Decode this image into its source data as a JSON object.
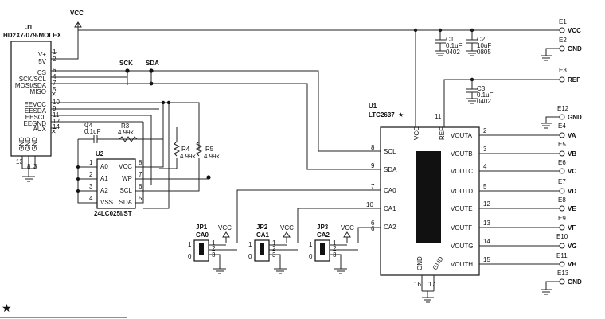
{
  "connector": {
    "ref": "J1",
    "part": "HD2X7-079-MOLEX",
    "pins": [
      {
        "label": "V+",
        "num": "1"
      },
      {
        "label": "5V",
        "num": "2"
      },
      {
        "label": "CS",
        "num": "6"
      },
      {
        "label": "SCK/SCL",
        "num": "4"
      },
      {
        "label": "MOSI/SDA",
        "num": "7"
      },
      {
        "label": "MISO",
        "num": "5"
      },
      {
        "label": "EEVCC",
        "num": "10"
      },
      {
        "label": "EESDA",
        "num": "9"
      },
      {
        "label": "EESCL",
        "num": "11"
      },
      {
        "label": "EEGND",
        "num": "12"
      },
      {
        "label": "AUX",
        "num": "14"
      },
      {
        "label": "GND",
        "num": "13"
      },
      {
        "label": "GND",
        "num": "8"
      },
      {
        "label": "GND",
        "num": "3"
      }
    ]
  },
  "power": {
    "vcc": "VCC"
  },
  "nets": {
    "sck": "SCK",
    "sda": "SDA"
  },
  "caps": [
    {
      "ref": "C1",
      "val": "0.1uF",
      "pkg": "0402"
    },
    {
      "ref": "C2",
      "val": "10uF",
      "pkg": "0805"
    },
    {
      "ref": "C3",
      "val": "0.1uF",
      "pkg": "0402"
    },
    {
      "ref": "C4",
      "val": "0.1uF"
    }
  ],
  "resistors": [
    {
      "ref": "R3",
      "val": "4.99k"
    },
    {
      "ref": "R4",
      "val": "4.99k"
    },
    {
      "ref": "R5",
      "val": "4.99k"
    }
  ],
  "eeprom": {
    "ref": "U2",
    "part": "24LC025I/ST",
    "pins": [
      {
        "name": "A0",
        "num": "1"
      },
      {
        "name": "A1",
        "num": "2"
      },
      {
        "name": "A2",
        "num": "3"
      },
      {
        "name": "VSS",
        "num": "4"
      },
      {
        "name": "VCC",
        "num": "8"
      },
      {
        "name": "WP",
        "num": "7"
      },
      {
        "name": "SCL",
        "num": "6"
      },
      {
        "name": "SDA",
        "num": "5"
      }
    ]
  },
  "dac": {
    "ref": "U1",
    "part": "LTC2637",
    "star": "★",
    "left_pins": [
      {
        "name": "SCL",
        "num": "8"
      },
      {
        "name": "SDA",
        "num": "9"
      },
      {
        "name": "CA0",
        "num": "7"
      },
      {
        "name": "CA1",
        "num": "10"
      },
      {
        "name": "CA2",
        "num": "6"
      }
    ],
    "top_pins": [
      {
        "name": "VCC",
        "num": ""
      },
      {
        "name": "REF",
        "num": "11"
      }
    ],
    "outputs": [
      {
        "name": "VOUTA",
        "num": "2",
        "term": "E4",
        "net": "VA"
      },
      {
        "name": "VOUTB",
        "num": "3",
        "term": "E5",
        "net": "VB"
      },
      {
        "name": "VOUTC",
        "num": "4",
        "term": "E6",
        "net": "VC"
      },
      {
        "name": "VOUTD",
        "num": "5",
        "term": "E7",
        "net": "VD"
      },
      {
        "name": "VOUTE",
        "num": "12",
        "term": "E8",
        "net": "VE"
      },
      {
        "name": "VOUTF",
        "num": "13",
        "term": "E9",
        "net": "VF"
      },
      {
        "name": "VOUTG",
        "num": "14",
        "term": "E10",
        "net": "VG"
      },
      {
        "name": "VOUTH",
        "num": "15",
        "term": "E11",
        "net": "VH"
      }
    ],
    "gnd_pins": [
      {
        "name": "GND",
        "num": "16"
      },
      {
        "name": "GND",
        "num": "17"
      }
    ]
  },
  "terminals": [
    {
      "ref": "E1",
      "net": "VCC"
    },
    {
      "ref": "E2",
      "net": "GND"
    },
    {
      "ref": "E3",
      "net": "REF"
    },
    {
      "ref": "E12",
      "net": "GND"
    },
    {
      "ref": "E13",
      "net": "GND"
    }
  ],
  "jumpers": [
    {
      "ref": "JP1",
      "net": "CA0"
    },
    {
      "ref": "JP2",
      "net": "CA1"
    },
    {
      "ref": "JP3",
      "net": "CA2"
    }
  ],
  "jumper_pins": {
    "p1": "1",
    "p2": "2",
    "p3": "3",
    "hi": "1",
    "lo": "0"
  },
  "footnote": "★"
}
